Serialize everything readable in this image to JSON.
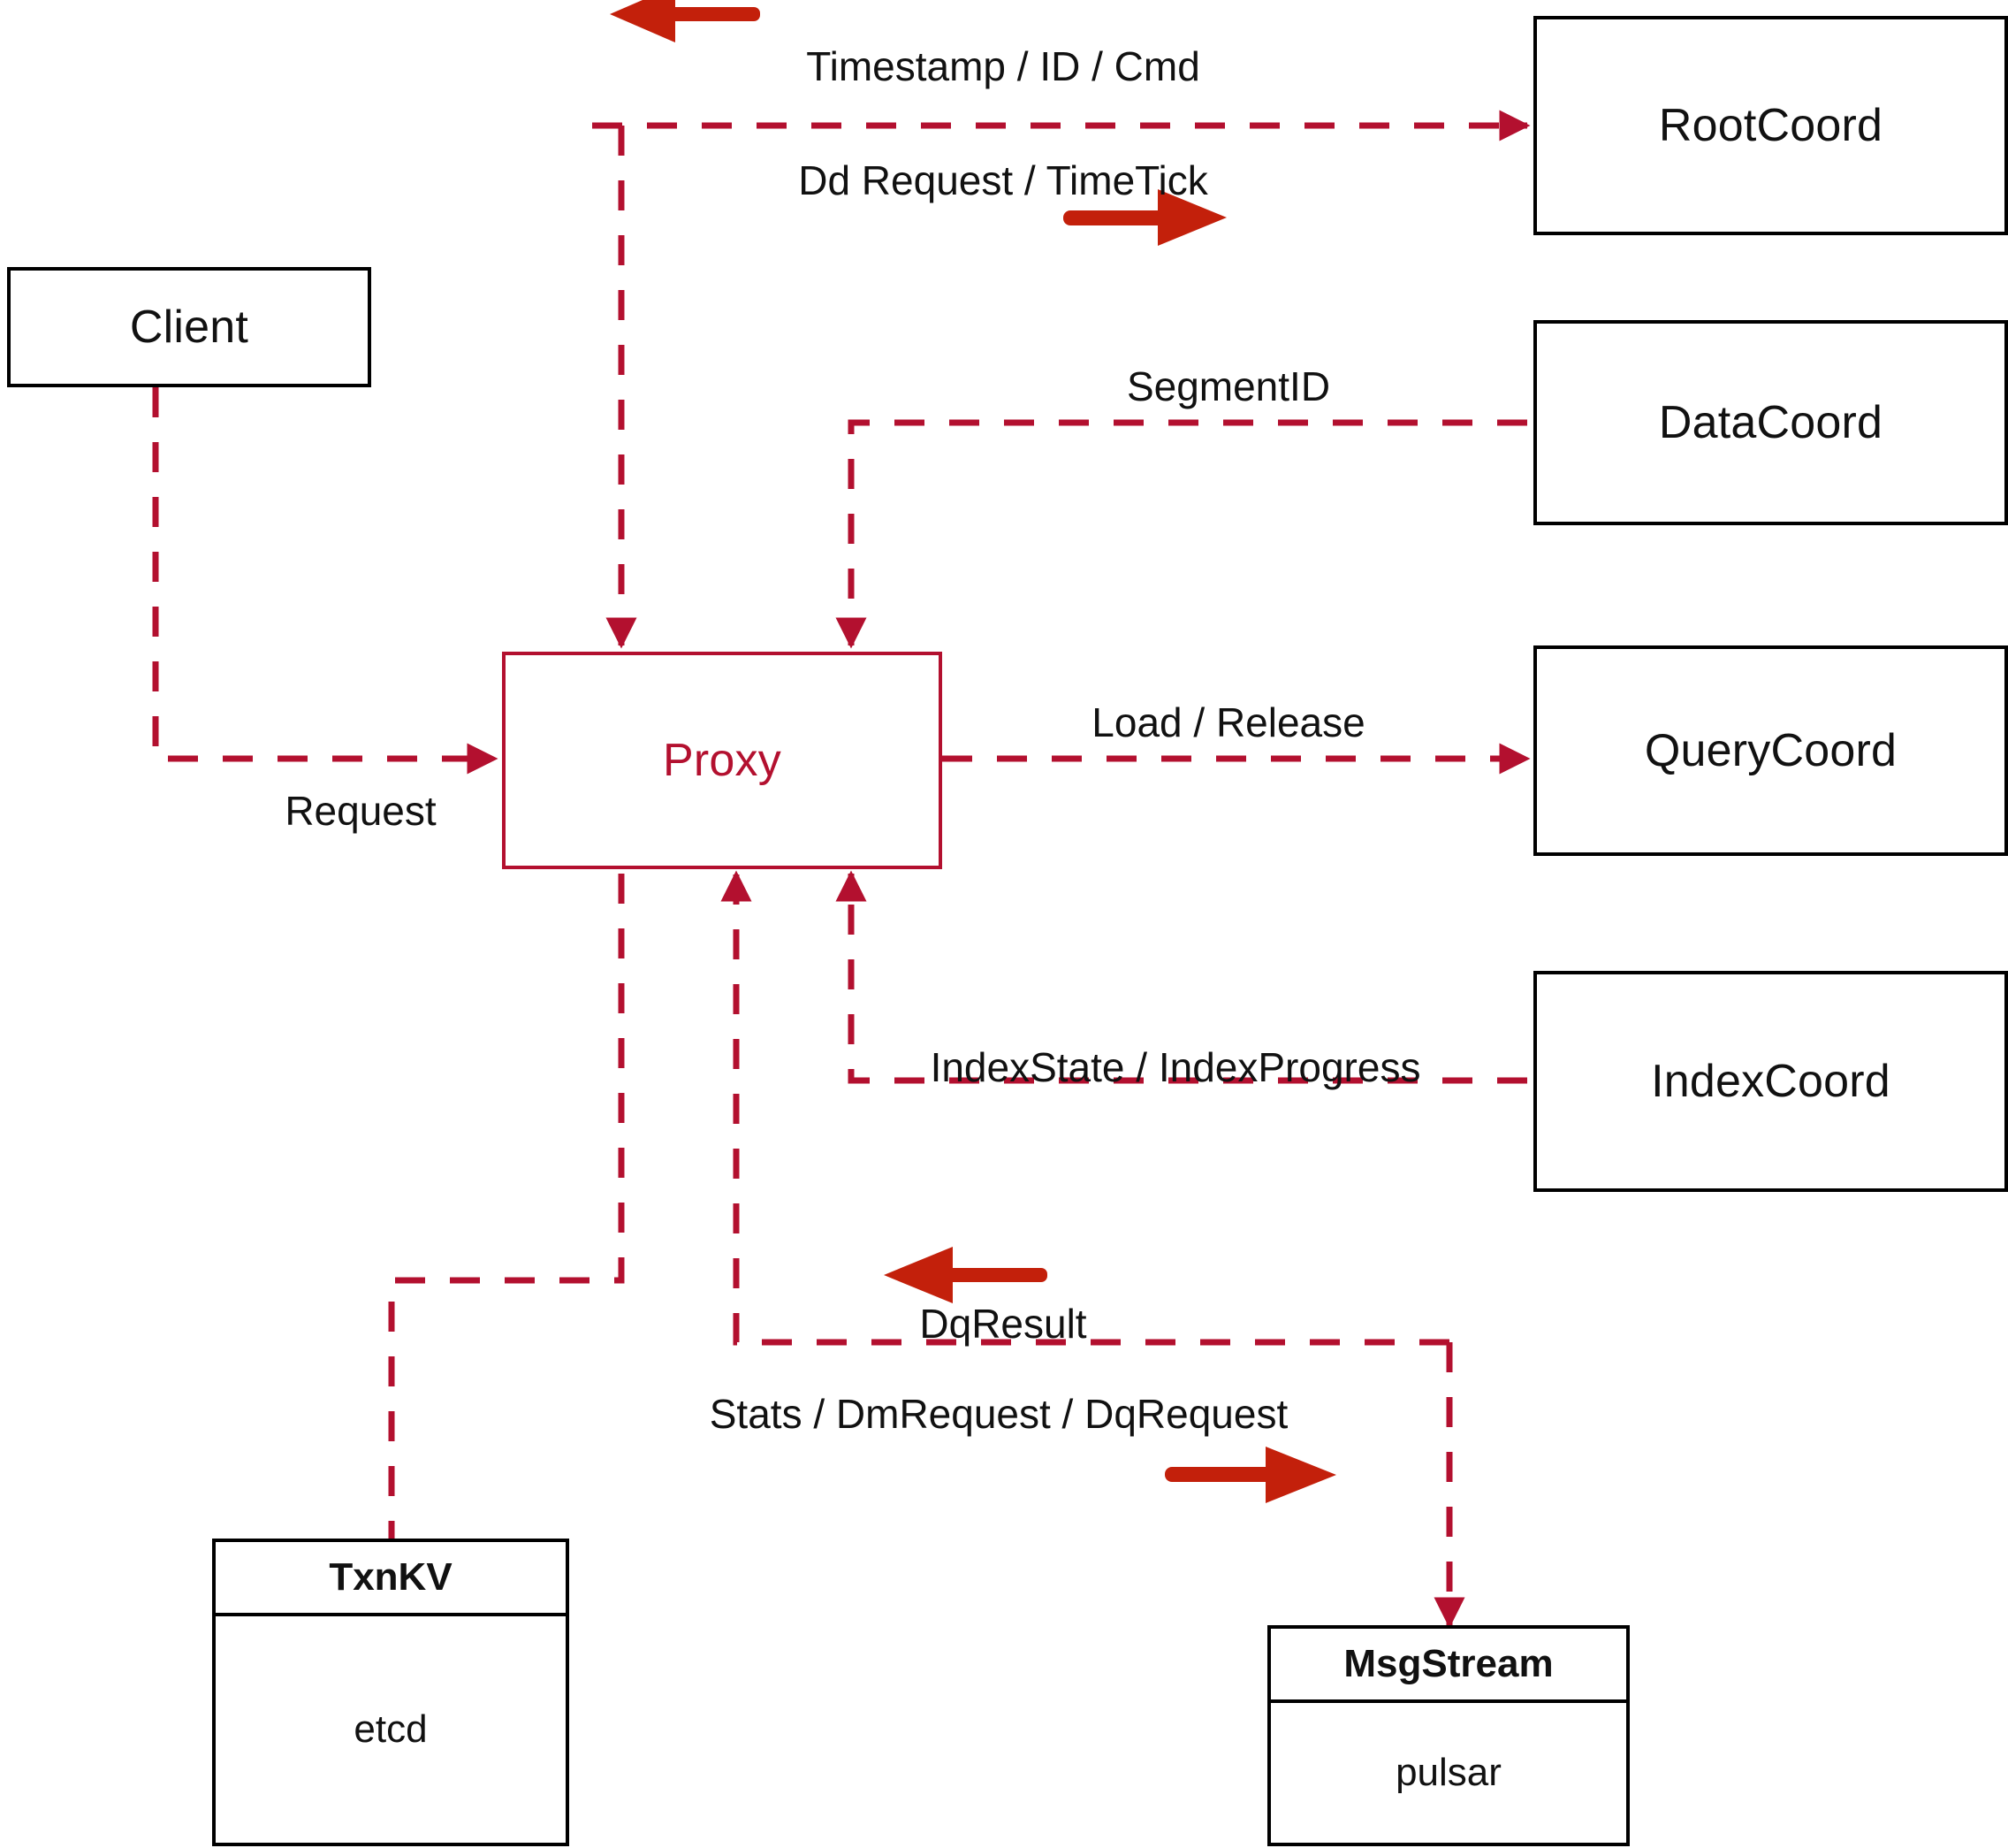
{
  "diagram": {
    "title": "Milvus Proxy component interaction diagram",
    "colors": {
      "node_border": "#000000",
      "proxy_accent": "#B3102F",
      "dashed_edge": "#B3102F",
      "annotation_arrow": "#C3200B",
      "background": "#FFFFFF"
    },
    "nodes": [
      {
        "id": "client",
        "label": "Client",
        "style": "plain"
      },
      {
        "id": "proxy",
        "label": "Proxy",
        "style": "accent"
      },
      {
        "id": "rootcoord",
        "label": "RootCoord",
        "style": "plain"
      },
      {
        "id": "datacoord",
        "label": "DataCoord",
        "style": "plain"
      },
      {
        "id": "querycoord",
        "label": "QueryCoord",
        "style": "plain"
      },
      {
        "id": "indexcoord",
        "label": "IndexCoord",
        "style": "plain"
      },
      {
        "id": "txnkv",
        "label": "TxnKV",
        "sub": "etcd",
        "style": "split"
      },
      {
        "id": "msgstream",
        "label": "MsgStream",
        "sub": "pulsar",
        "style": "split"
      }
    ],
    "edges": [
      {
        "id": "e-req",
        "label": "Request",
        "from": "client",
        "to": "proxy",
        "direction": "to-proxy"
      },
      {
        "id": "e-timestamp",
        "label": "Timestamp / ID / Cmd",
        "from": "rootcoord",
        "to": "proxy",
        "direction": "to-proxy",
        "annotation": "left-arrow"
      },
      {
        "id": "e-ddrequest",
        "label": "Dd Request / TimeTick",
        "from": "proxy",
        "to": "rootcoord",
        "direction": "from-proxy",
        "annotation": "right-arrow"
      },
      {
        "id": "e-segmentid",
        "label": "SegmentID",
        "from": "datacoord",
        "to": "proxy",
        "direction": "to-proxy"
      },
      {
        "id": "e-loadrelease",
        "label": "Load / Release",
        "from": "proxy",
        "to": "querycoord",
        "direction": "from-proxy"
      },
      {
        "id": "e-indexstate",
        "label": "IndexState / IndexProgress",
        "from": "indexcoord",
        "to": "proxy",
        "direction": "to-proxy"
      },
      {
        "id": "e-dqresult",
        "label": "DqResult",
        "from": "msgstream",
        "to": "proxy",
        "direction": "to-proxy",
        "annotation": "left-arrow"
      },
      {
        "id": "e-stats",
        "label": "Stats / DmRequest / DqRequest",
        "from": "proxy",
        "to": "msgstream",
        "direction": "from-proxy",
        "annotation": "right-arrow"
      },
      {
        "id": "e-txnkv",
        "label": "",
        "from": "proxy",
        "to": "txnkv",
        "direction": "undirected"
      }
    ]
  }
}
